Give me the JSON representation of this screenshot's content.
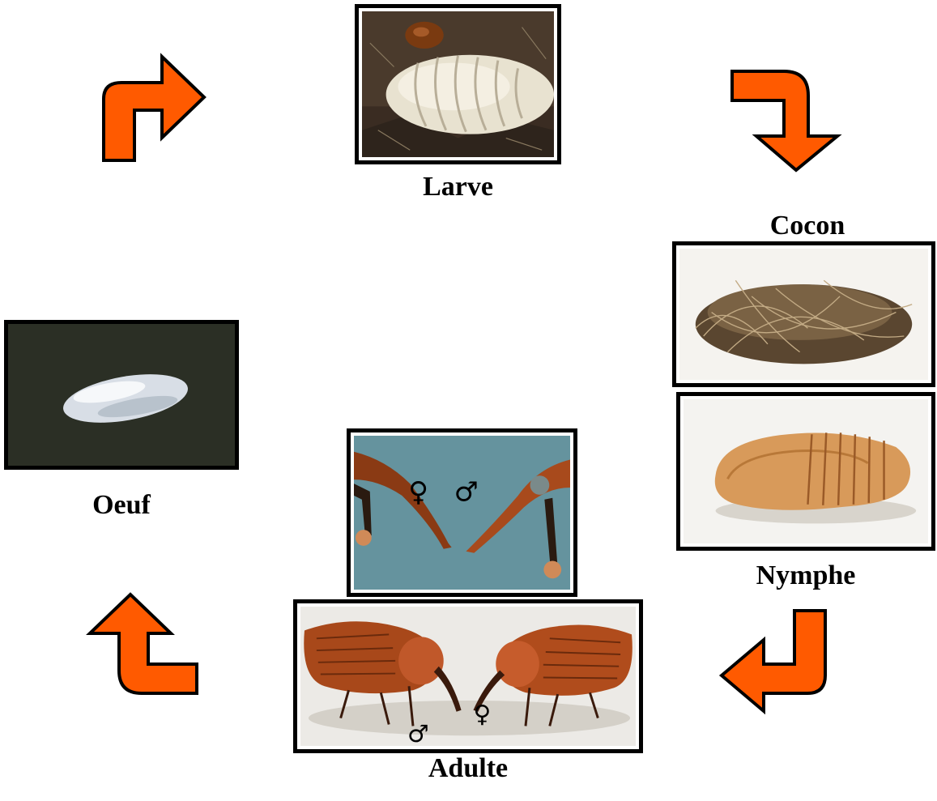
{
  "stages": {
    "larve": {
      "label": "Larve",
      "icon": "larva-photo"
    },
    "cocon": {
      "label": "Cocon",
      "icon": "cocoon-photo"
    },
    "nymphe": {
      "label": "Nymphe",
      "icon": "pupa-photo"
    },
    "adulte": {
      "label": "Adulte",
      "icon": "adult-weevils-photo"
    },
    "oeuf": {
      "label": "Oeuf",
      "icon": "egg-photo"
    }
  },
  "symbols": {
    "female": "♀",
    "male": "♂"
  },
  "colors": {
    "arrow": "#ff5a00",
    "arrow_outline": "#000000",
    "frame": "#000000"
  }
}
